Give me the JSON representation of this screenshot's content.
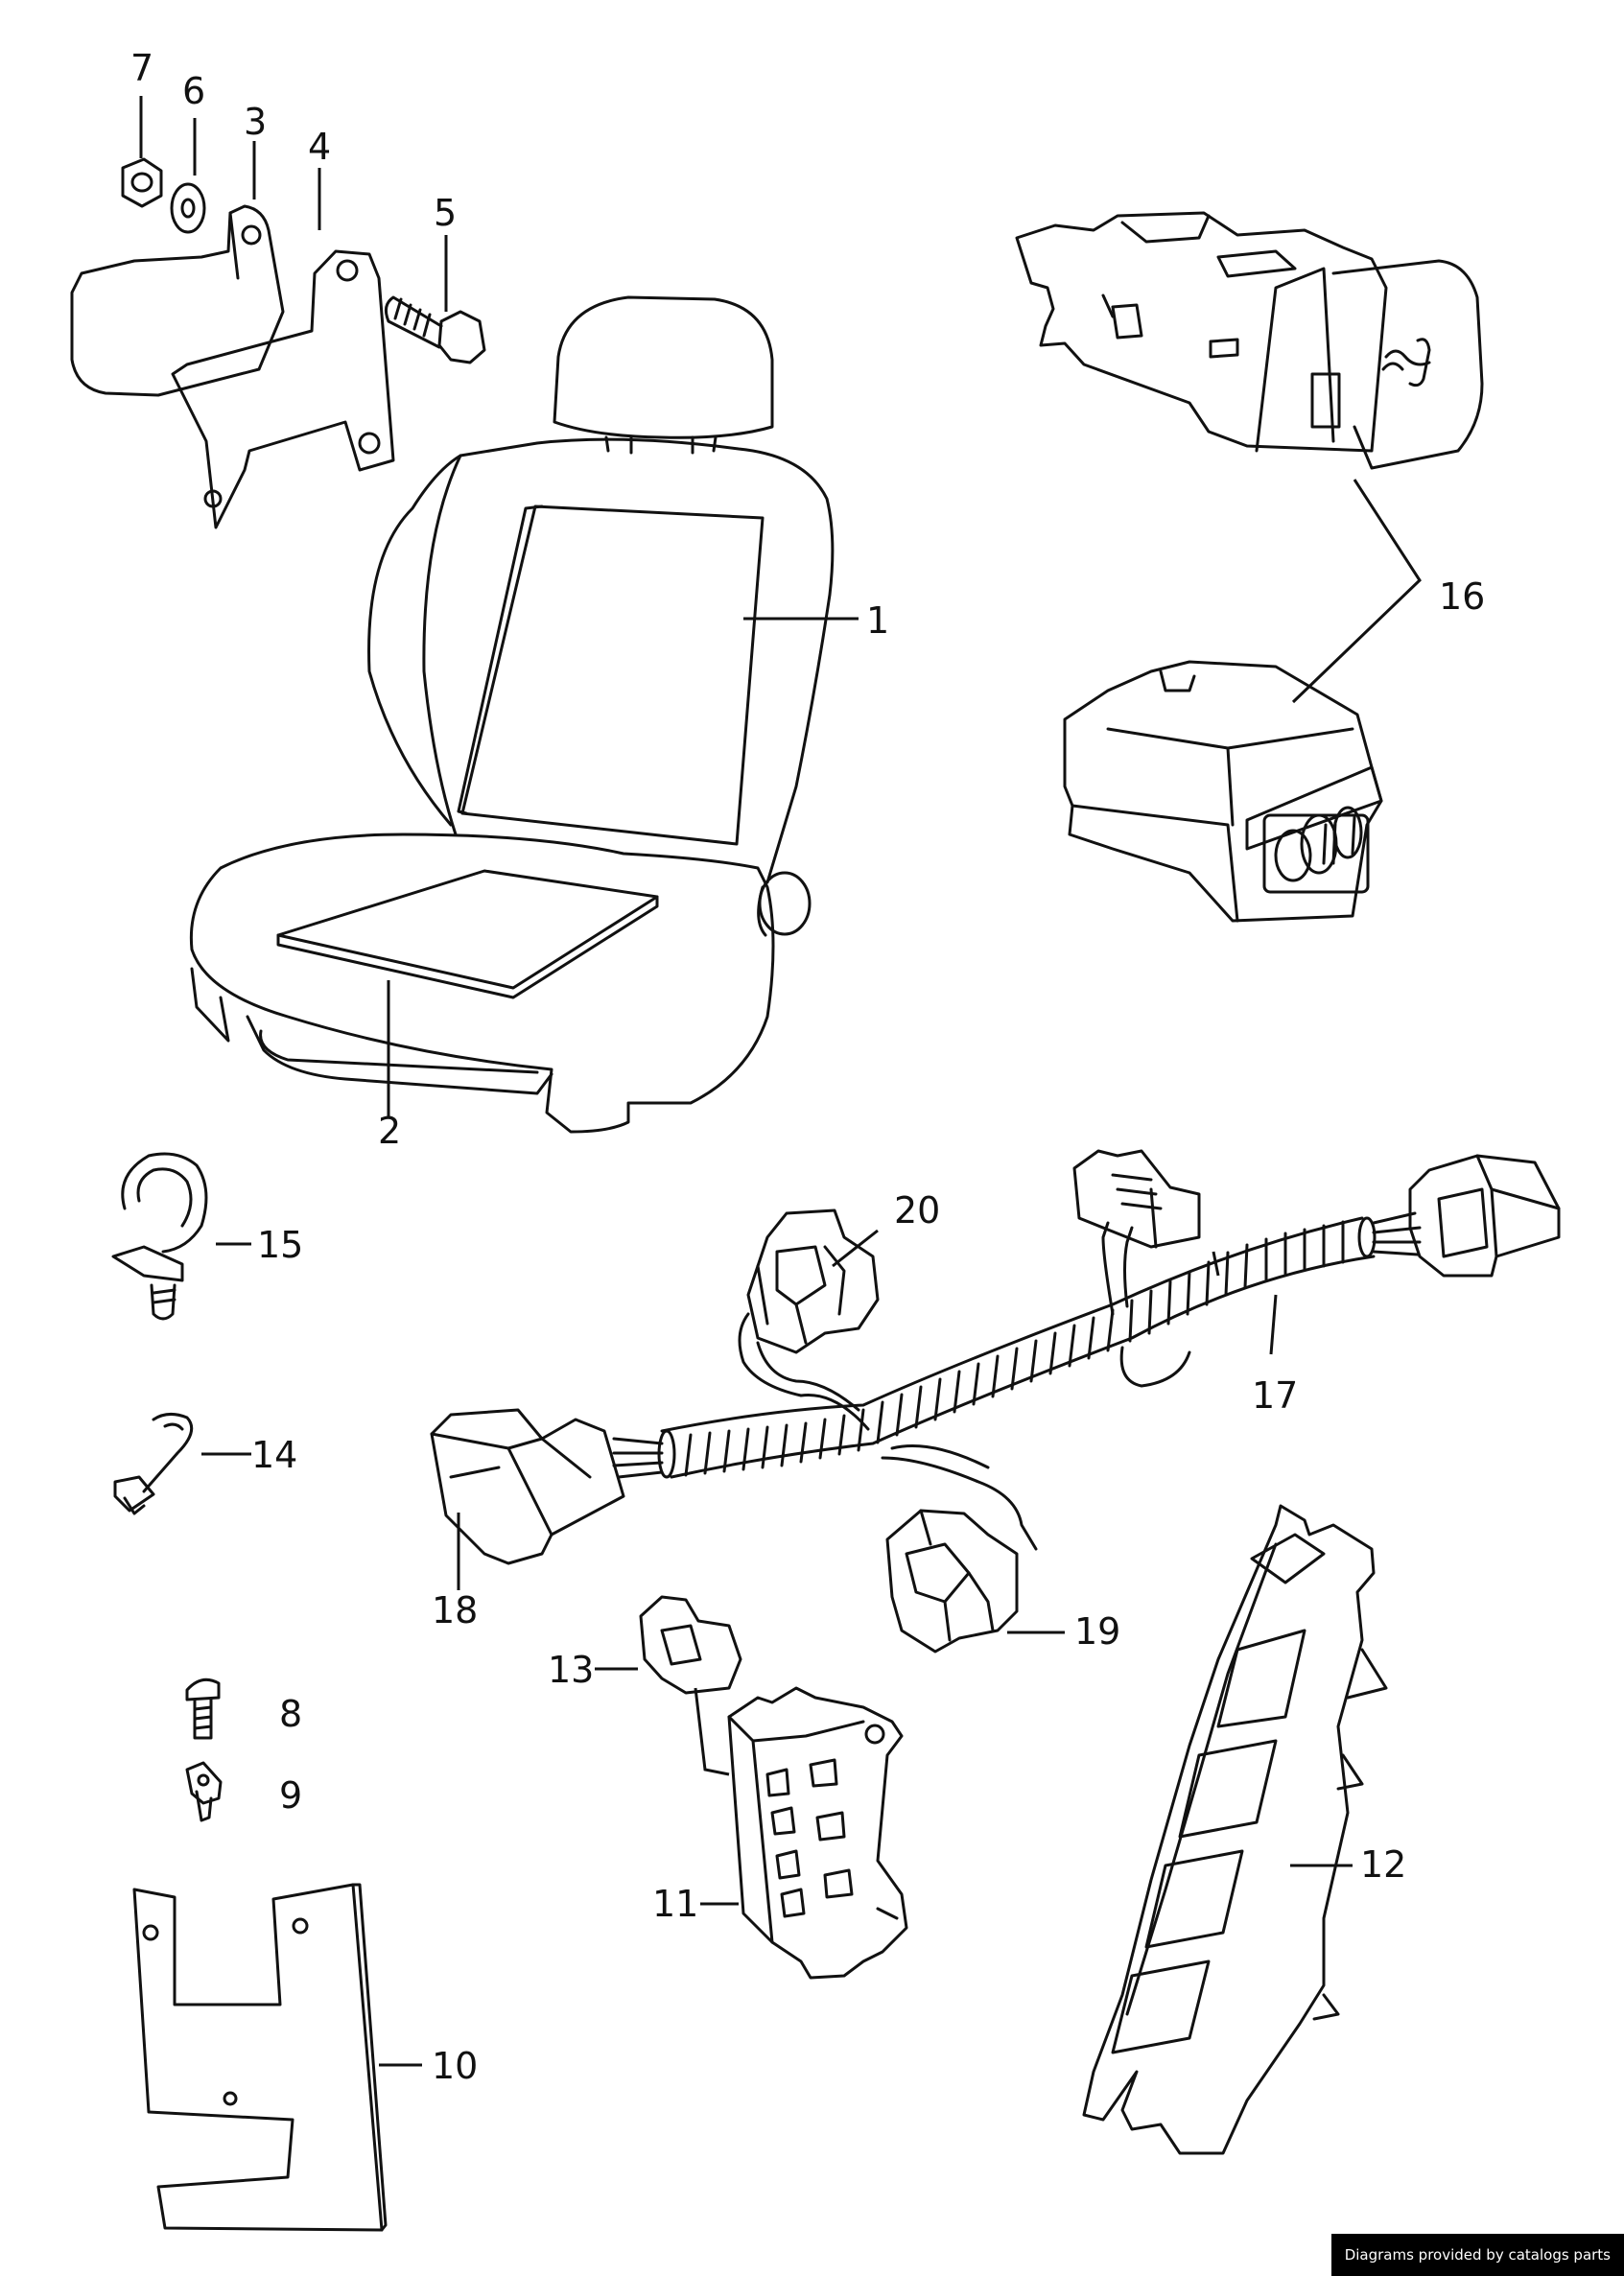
{
  "callouts": {
    "c1": "1",
    "c2": "2",
    "c3": "3",
    "c4": "4",
    "c5": "5",
    "c6": "6",
    "c7": "7",
    "c8": "8",
    "c9": "9",
    "c10": "10",
    "c11": "11",
    "c12": "12",
    "c13": "13",
    "c14": "14",
    "c15": "15",
    "c16": "16",
    "c17": "17",
    "c18": "18",
    "c19": "19",
    "c20": "20"
  },
  "footer": {
    "credit": "Diagrams provided by catalogs parts"
  },
  "colors": {
    "line": "#111111",
    "background": "#ffffff",
    "credit_bg": "#000000"
  }
}
